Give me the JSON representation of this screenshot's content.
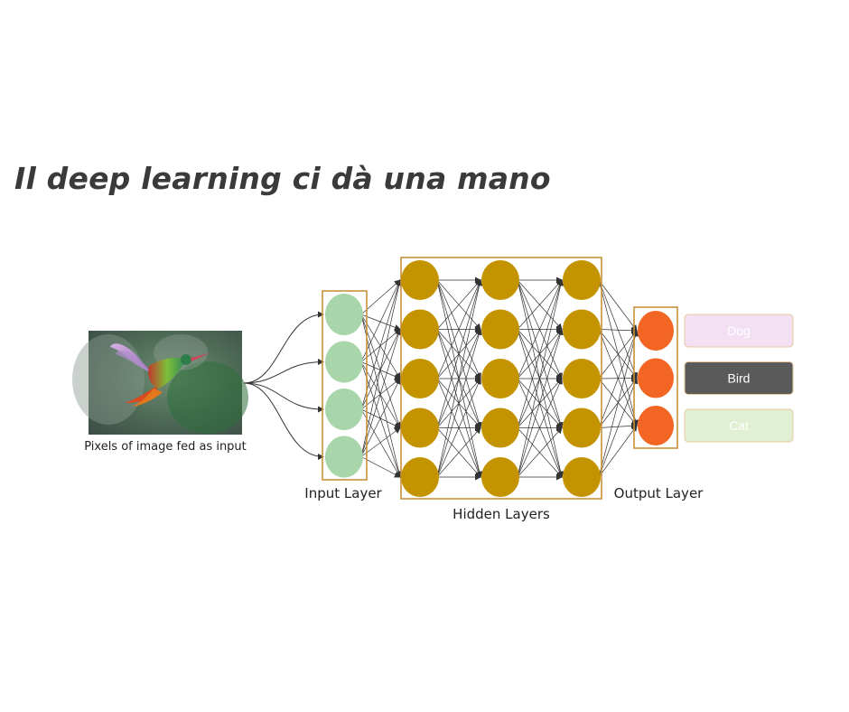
{
  "slide": {
    "title": "Il deep learning ci dà una mano"
  },
  "diagram": {
    "input_caption": "Pixels of image fed as input",
    "input_layer_label": "Input Layer",
    "hidden_layers_label": "Hidden Layers",
    "output_layer_label": "Output Layer",
    "outputs": [
      {
        "label": "Dog",
        "selected": false,
        "fill": "#f3e1f3",
        "text_color": "#ffffff"
      },
      {
        "label": "Bird",
        "selected": true,
        "fill": "#5a5a5a",
        "text_color": "#ffffff"
      },
      {
        "label": "Cat",
        "selected": false,
        "fill": "#e1efd2",
        "text_color": "#ffffff"
      }
    ],
    "colors": {
      "input_nodes": "#a8d5a9",
      "hidden_nodes": "#c49400",
      "output_nodes": "#f26522",
      "layer_box": "#c8903a",
      "output_box_border": "#e8c9a0",
      "connections": "#333333"
    },
    "layers": {
      "input_nodes": 4,
      "hidden_layers": 3,
      "hidden_nodes_per_layer": 5,
      "output_nodes": 3
    },
    "image_subject": "hummingbird-photo"
  }
}
